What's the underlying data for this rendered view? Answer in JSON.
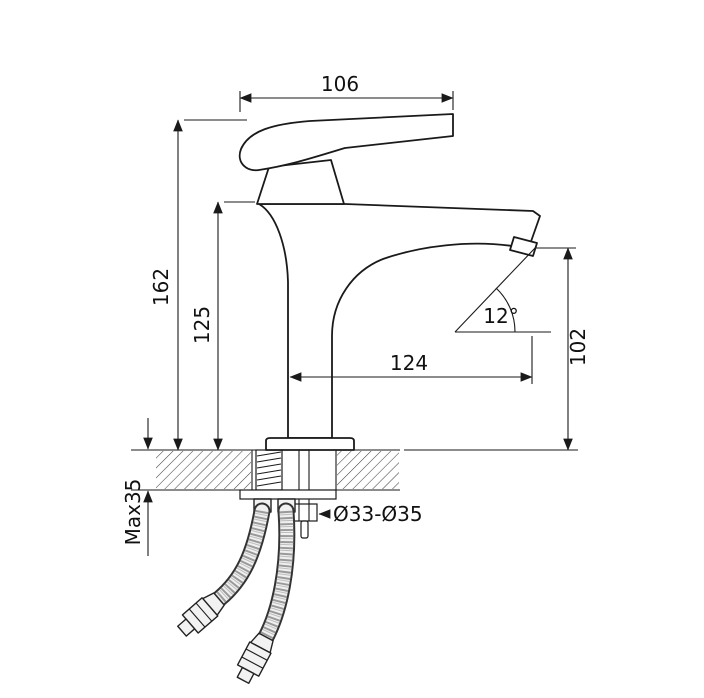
{
  "drawing": {
    "dims": {
      "spout_width": "106",
      "total_height": "162",
      "body_height": "125",
      "spout_reach": "124",
      "outlet_height": "102",
      "outlet_angle": "12°",
      "max_counter_thickness": "Max35",
      "hole_diameter": "Ø33-Ø35"
    },
    "colors": {
      "line": "#1a1a1a",
      "hose_fill": "#f0f0f0",
      "metal_fill": "#f2f2f2"
    }
  }
}
